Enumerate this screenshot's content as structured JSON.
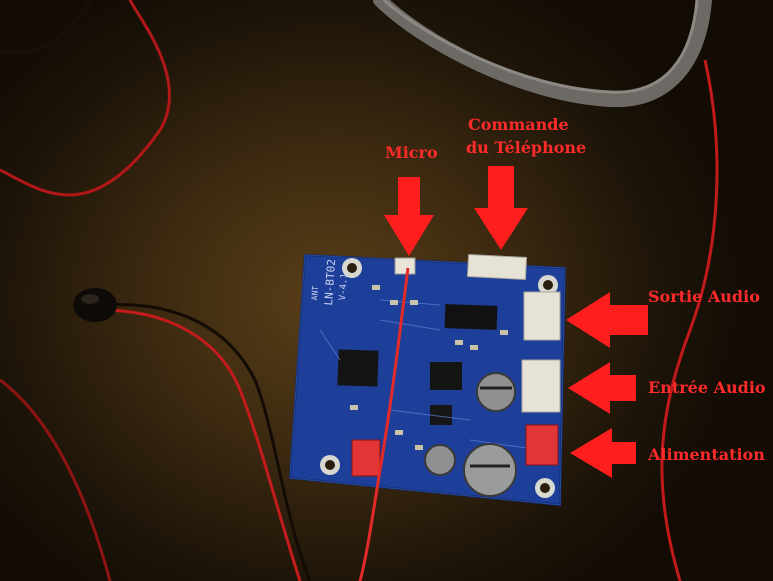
{
  "labels": {
    "micro": "Micro",
    "commande_line1": "Commande",
    "commande_line2": "du Téléphone",
    "sortie_audio": "Sortie Audio",
    "entree_audio": "Entrée Audio",
    "alimentation": "Alimentation"
  },
  "board_silkscreen": {
    "model": "LN-BT02",
    "version": "V-4.1",
    "antenna": "ANT"
  },
  "colors": {
    "annotation": "#ff2a2a",
    "board": "#1d3f9a",
    "background": "#3a2810"
  }
}
